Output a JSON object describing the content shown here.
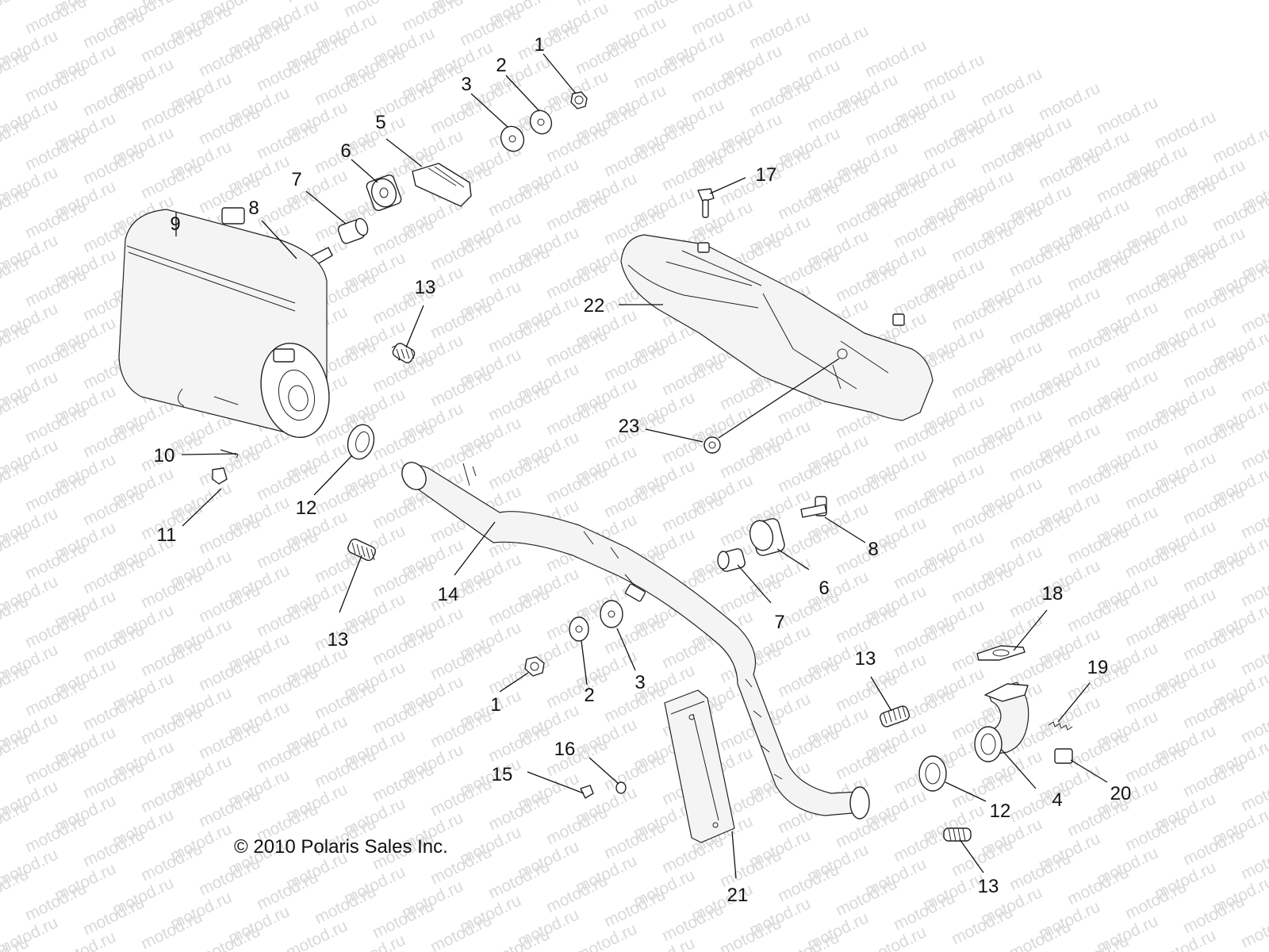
{
  "watermark": "motod.ru",
  "copyright": "© 2010 Polaris Sales Inc.",
  "callouts": {
    "c1a": "1",
    "c2a": "2",
    "c3a": "3",
    "c5": "5",
    "c6a": "6",
    "c7a": "7",
    "c8a": "8",
    "c9": "9",
    "c13a": "13",
    "c10": "10",
    "c11": "11",
    "c12a": "12",
    "c13b": "13",
    "c14": "14",
    "c17": "17",
    "c22": "22",
    "c23": "23",
    "c8b": "8",
    "c6b": "6",
    "c7b": "7",
    "c1b": "1",
    "c2b": "2",
    "c3b": "3",
    "c13c": "13",
    "c18": "18",
    "c19": "19",
    "c4": "4",
    "c20": "20",
    "c12b": "12",
    "c13d": "13",
    "c15": "15",
    "c16": "16",
    "c21": "21"
  }
}
